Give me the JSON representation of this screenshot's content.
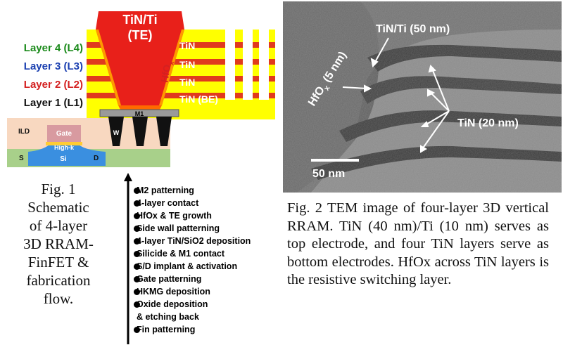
{
  "fig1": {
    "layers": [
      {
        "label": "Layer 4 (L4)",
        "color": "#1a8a1a"
      },
      {
        "label": "Layer 3 (L3)",
        "color": "#1a3fb0"
      },
      {
        "label": "Layer 2 (L2)",
        "color": "#d42020"
      },
      {
        "label": "Layer 1 (L1)",
        "color": "#111111"
      }
    ],
    "te_label_line1": "TiN/Ti",
    "te_label_line2": "(TE)",
    "hfo_label": "HfO",
    "hfo_sub": "x",
    "tin_labels": [
      "TiN",
      "TiN",
      "TiN",
      "TiN (BE)"
    ],
    "m1": "M1",
    "w": "W",
    "ild": "ILD",
    "gate": "Gate",
    "highk": "High-k",
    "s": "S",
    "si": "Si",
    "d": "D",
    "caption": [
      "Fig. 1",
      "Schematic",
      "of 4-layer",
      "3D RRAM-",
      "FinFET &",
      "fabrication",
      "flow."
    ]
  },
  "flow": {
    "steps": [
      "M2 patterning",
      "4-layer contact",
      "HfOx & TE growth",
      "Side wall patterning",
      "4-layer TiN/SiO2 deposition",
      "Silicide & M1 contact",
      "S/D implant & activation",
      "Gate patterning",
      "HKMG deposition",
      "Oxide deposition",
      "& etching back",
      "Fin patterning"
    ]
  },
  "fig2": {
    "label_tin_ti": "TiN/Ti (50 nm)",
    "label_hfo": "HfO",
    "label_hfo_sub": "x",
    "label_hfo_tail": " (5 nm)",
    "label_tin": "TiN (20 nm)",
    "scale": "50 nm",
    "caption": "Fig. 2 TEM image of four-layer 3D vertical RRAM. TiN (40 nm)/Ti (10 nm) serves as top electrode, and four TiN layers serve as bottom electrodes. HfOx across TiN layers is the resistive switching layer."
  }
}
